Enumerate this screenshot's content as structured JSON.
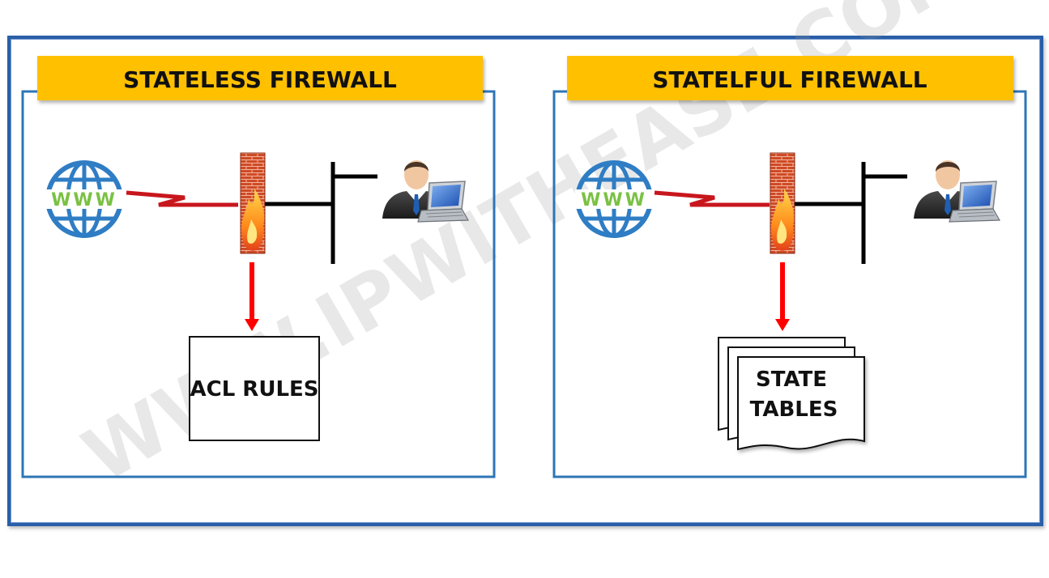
{
  "panels": [
    {
      "title": "STATELESS FIREWALL",
      "table_label": "ACL RULES"
    },
    {
      "title": "STATELFUL FIREWALL",
      "table_label_lines": [
        "STATE",
        "TABLES"
      ]
    }
  ],
  "icons": {
    "www_text": "WWW",
    "globe_color": "#2f7dc4",
    "www_color": "#7ac143",
    "firewall_color": "#d9522b",
    "link_color": "#c8161d",
    "arrow_color": "#ff0000",
    "title_bar_color": "#ffc000",
    "panel_border_color": "#2e75b6"
  },
  "watermark": "WWW.IPWITHEASE.COM"
}
